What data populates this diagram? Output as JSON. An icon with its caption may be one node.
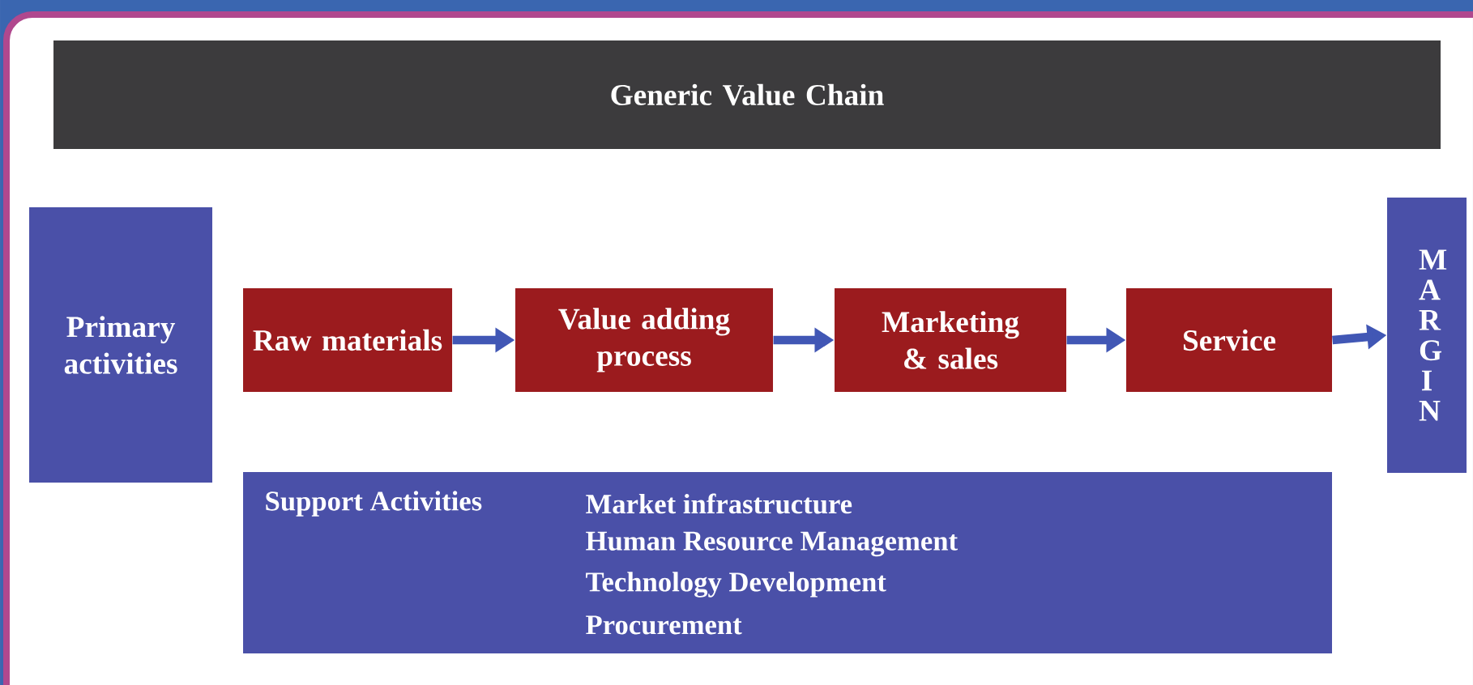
{
  "diagram": {
    "nodes": [
      {
        "text": [
          "Generic Value Chain"
        ]
      },
      {
        "text": [
          "Primary activities"
        ]
      },
      {
        "text": [
          "Raw materials"
        ]
      },
      {
        "text": [
          "Value adding process"
        ]
      },
      {
        "text": [
          "Marketing & sales"
        ]
      },
      {
        "text": [
          "Service"
        ]
      },
      {
        "text": [
          "M A R G I N"
        ]
      },
      {
        "text": [
          "Support Activities",
          "Market infrastructure",
          "Human Resource Management",
          "Technology Development",
          "Procurement"
        ]
      }
    ],
    "edges": [
      {
        "from": 2,
        "to": 3,
        "arrow": "to"
      },
      {
        "from": 3,
        "to": 4,
        "arrow": "to"
      },
      {
        "from": 4,
        "to": 5,
        "arrow": "to"
      },
      {
        "from": 5,
        "to": 6,
        "arrow": "to"
      }
    ]
  }
}
